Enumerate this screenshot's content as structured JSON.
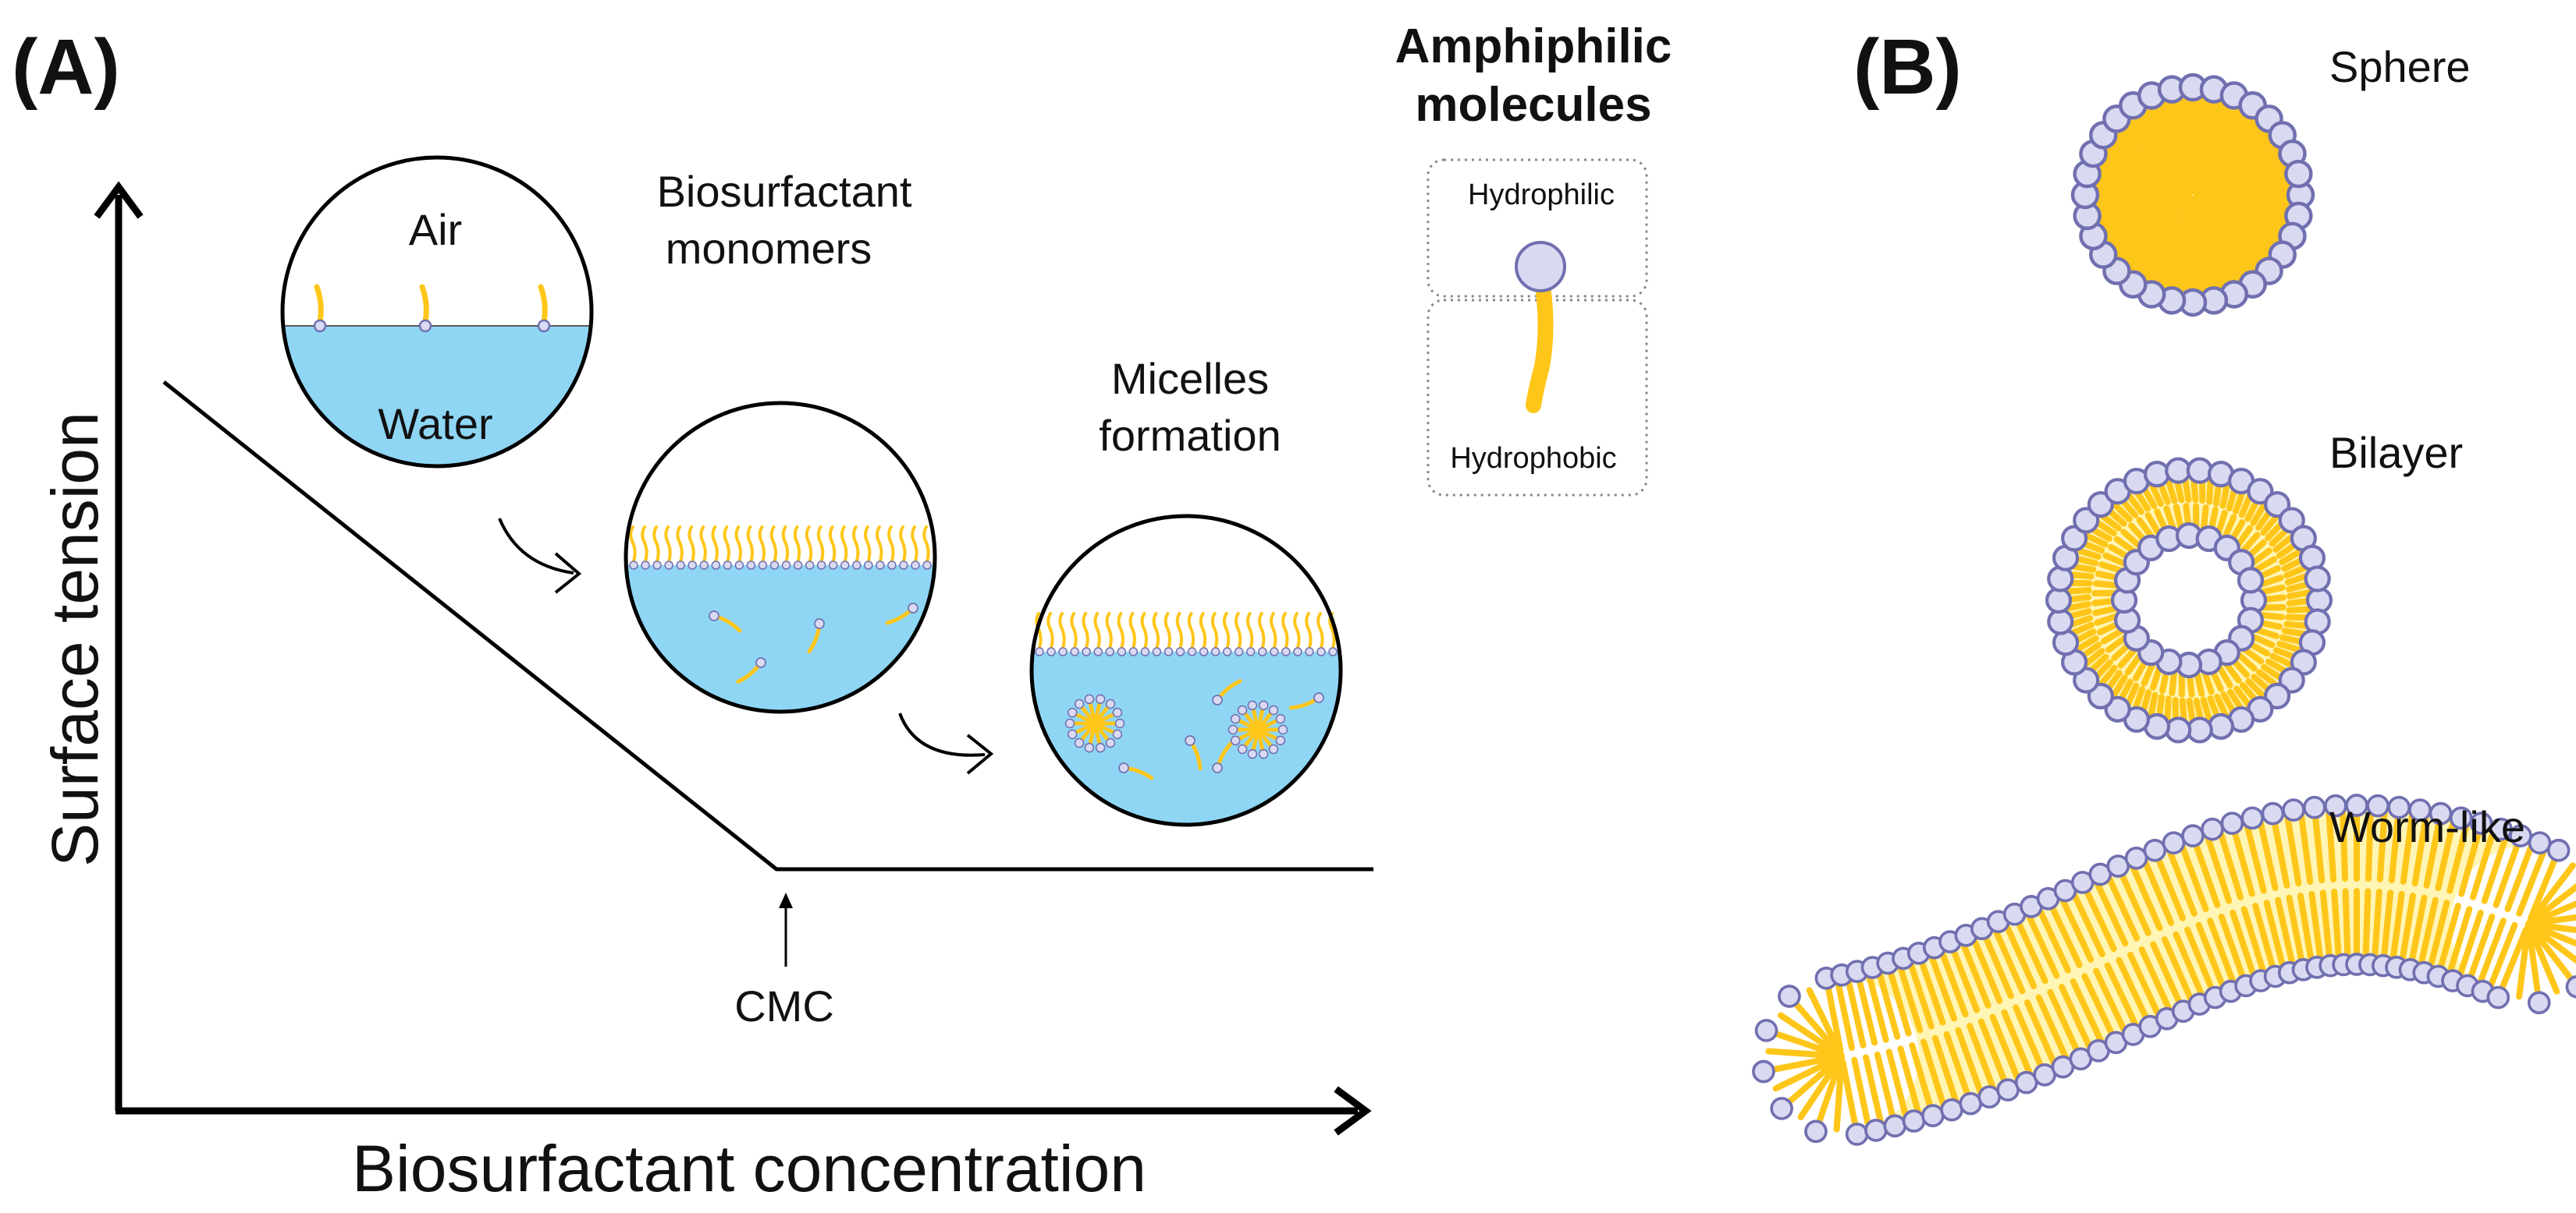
{
  "panels": {
    "a_label": "(A)",
    "b_label": "(B)"
  },
  "axes": {
    "y_label": "Surface tension",
    "x_label": "Biosurfactant concentration",
    "cmc_label": "CMC"
  },
  "stages": {
    "monomers": {
      "title_line1": "Biosurfactant",
      "title_line2": "monomers",
      "air": "Air",
      "water": "Water"
    },
    "micelles": {
      "title_line1": "Micelles",
      "title_line2": "formation"
    }
  },
  "legend": {
    "title_line1": "Amphiphilic",
    "title_line2": "molecules",
    "hydrophilic": "Hydrophilic",
    "hydrophobic": "Hydrophobic"
  },
  "shapes": {
    "sphere": "Sphere",
    "bilayer": "Bilayer",
    "worm": "Worm-like"
  },
  "colors": {
    "water": "#8fd6f5",
    "tail": "#ffc61a",
    "tail_light": "#fff5b5",
    "head": "#d9d9f2",
    "head_stroke": "#7070b0",
    "line": "#000000"
  }
}
